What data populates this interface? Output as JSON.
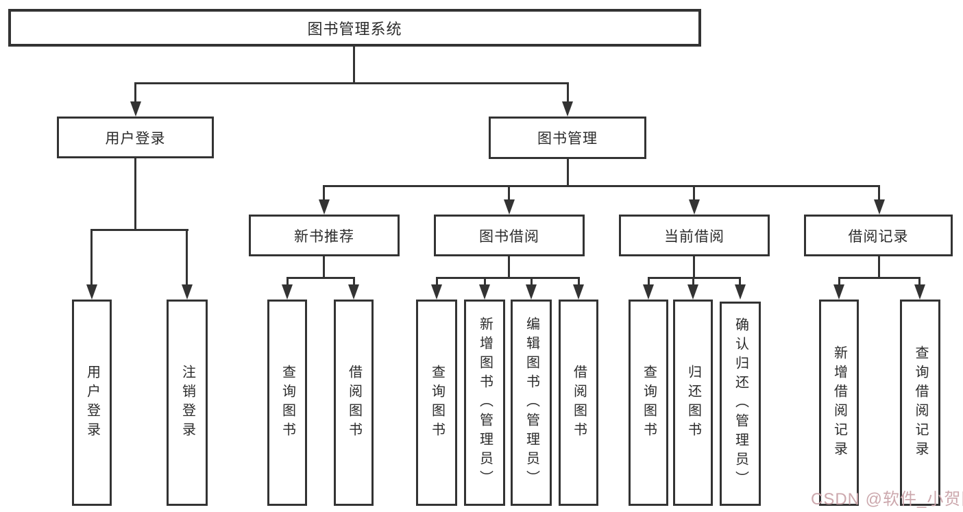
{
  "diagram": {
    "type": "tree",
    "title": "图书管理系统",
    "root": {
      "label": "图书管理系统",
      "children": [
        {
          "label": "用户登录",
          "children": [
            {
              "label": "用户登录"
            },
            {
              "label": "注销登录"
            }
          ]
        },
        {
          "label": "图书管理",
          "children": [
            {
              "label": "新书推荐",
              "children": [
                {
                  "label": "查询图书"
                },
                {
                  "label": "借阅图书"
                }
              ]
            },
            {
              "label": "图书借阅",
              "children": [
                {
                  "label": "查询图书"
                },
                {
                  "label": "新增图书（管理员）"
                },
                {
                  "label": "编辑图书（管理员）"
                },
                {
                  "label": "借阅图书"
                }
              ]
            },
            {
              "label": "当前借阅",
              "children": [
                {
                  "label": "查询图书"
                },
                {
                  "label": "归还图书"
                },
                {
                  "label": "确认归还（管理员）"
                }
              ]
            },
            {
              "label": "借阅记录",
              "children": [
                {
                  "label": "新增借阅记录"
                },
                {
                  "label": "查询借阅记录"
                }
              ]
            }
          ]
        }
      ]
    }
  },
  "watermark": {
    "text": "CSDN @软件_小贺同学",
    "color": "#c9a3a9"
  },
  "colors": {
    "line": "#333333",
    "box_border": "#333333",
    "background": "#ffffff",
    "text": "#2b2b2b"
  }
}
